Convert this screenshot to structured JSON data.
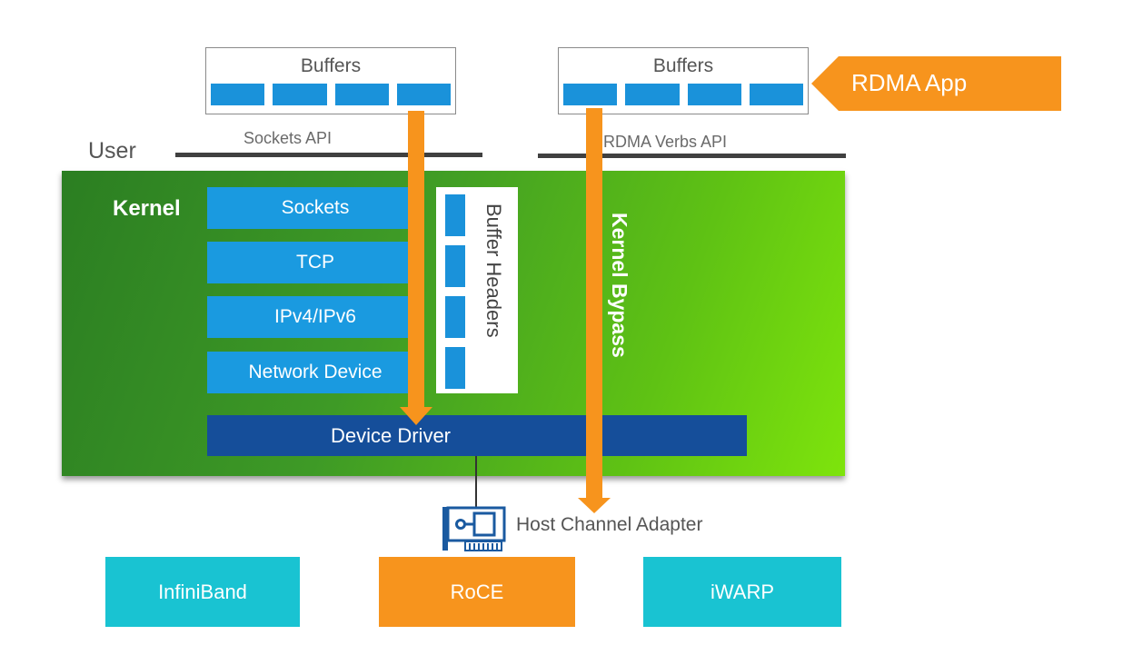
{
  "left_buffers": {
    "title": "Buffers"
  },
  "right_buffers": {
    "title": "Buffers"
  },
  "rdma_app": {
    "label": "RDMA App"
  },
  "user": {
    "label": "User",
    "sockets_api": "Sockets API",
    "verbs_api": "RDMA Verbs API"
  },
  "kernel": {
    "label": "Kernel",
    "layers": [
      "Sockets",
      "TCP",
      "IPv4/IPv6",
      "Network Device"
    ],
    "buffer_headers": "Buffer Headers",
    "device_driver": "Device Driver",
    "bypass": "Kernel Bypass"
  },
  "hca": {
    "label": "Host Channel Adapter"
  },
  "protocols": [
    {
      "label": "InfiniBand",
      "color": "#19c3d2"
    },
    {
      "label": "RoCE",
      "color": "#f7941d"
    },
    {
      "label": "iWARP",
      "color": "#19c3d2"
    }
  ],
  "colors": {
    "orange": "#f7941d",
    "blue": "#1a9ae0",
    "driver": "#154e9a",
    "kernel_green": "#4aa91f",
    "teal": "#19c3d2"
  },
  "icons": {
    "hca": "network-card-icon"
  }
}
